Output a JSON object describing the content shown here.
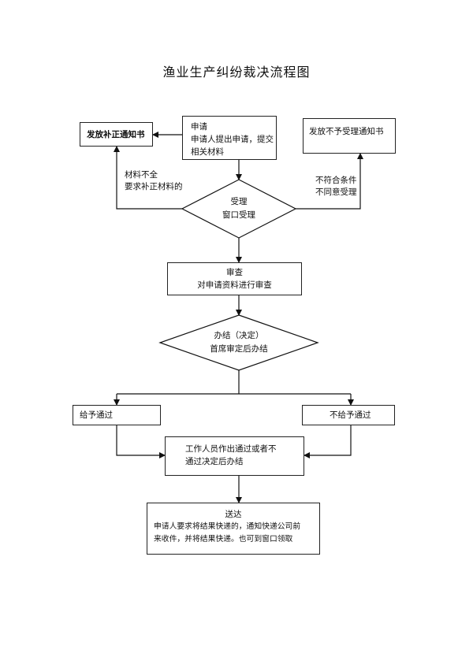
{
  "title": "渔业生产纠纷裁决流程图",
  "nodes": {
    "correction_notice": "发放补正通知书",
    "apply": {
      "title": "申请",
      "body_line1": "申请人提出申请，提交",
      "body_line2": "相关材料"
    },
    "reject_notice": "发放不予受理通知书",
    "accept": {
      "line1": "受理",
      "line2": "窗口受理"
    },
    "review": {
      "line1": "审查",
      "line2": "对申请资料进行审查"
    },
    "conclude": {
      "line1": "办结（决定）",
      "line2": "首席审定后办结"
    },
    "pass": "给予通过",
    "not_pass": "不给予通过",
    "staff": {
      "line1": "工作人员作出通过或者不",
      "line2": "通过决定后办结"
    },
    "deliver": {
      "title": "送达",
      "line1": "申请人要求将结果快递的，通知快递公司前",
      "line2": "来收件，并将结果快递。也可到窗口领取"
    }
  },
  "edge_labels": {
    "incomplete": {
      "line1": "材料不全",
      "line2": "要求补正材料的"
    },
    "ineligible": {
      "line1": "不符合条件",
      "line2": "不同意受理"
    }
  }
}
